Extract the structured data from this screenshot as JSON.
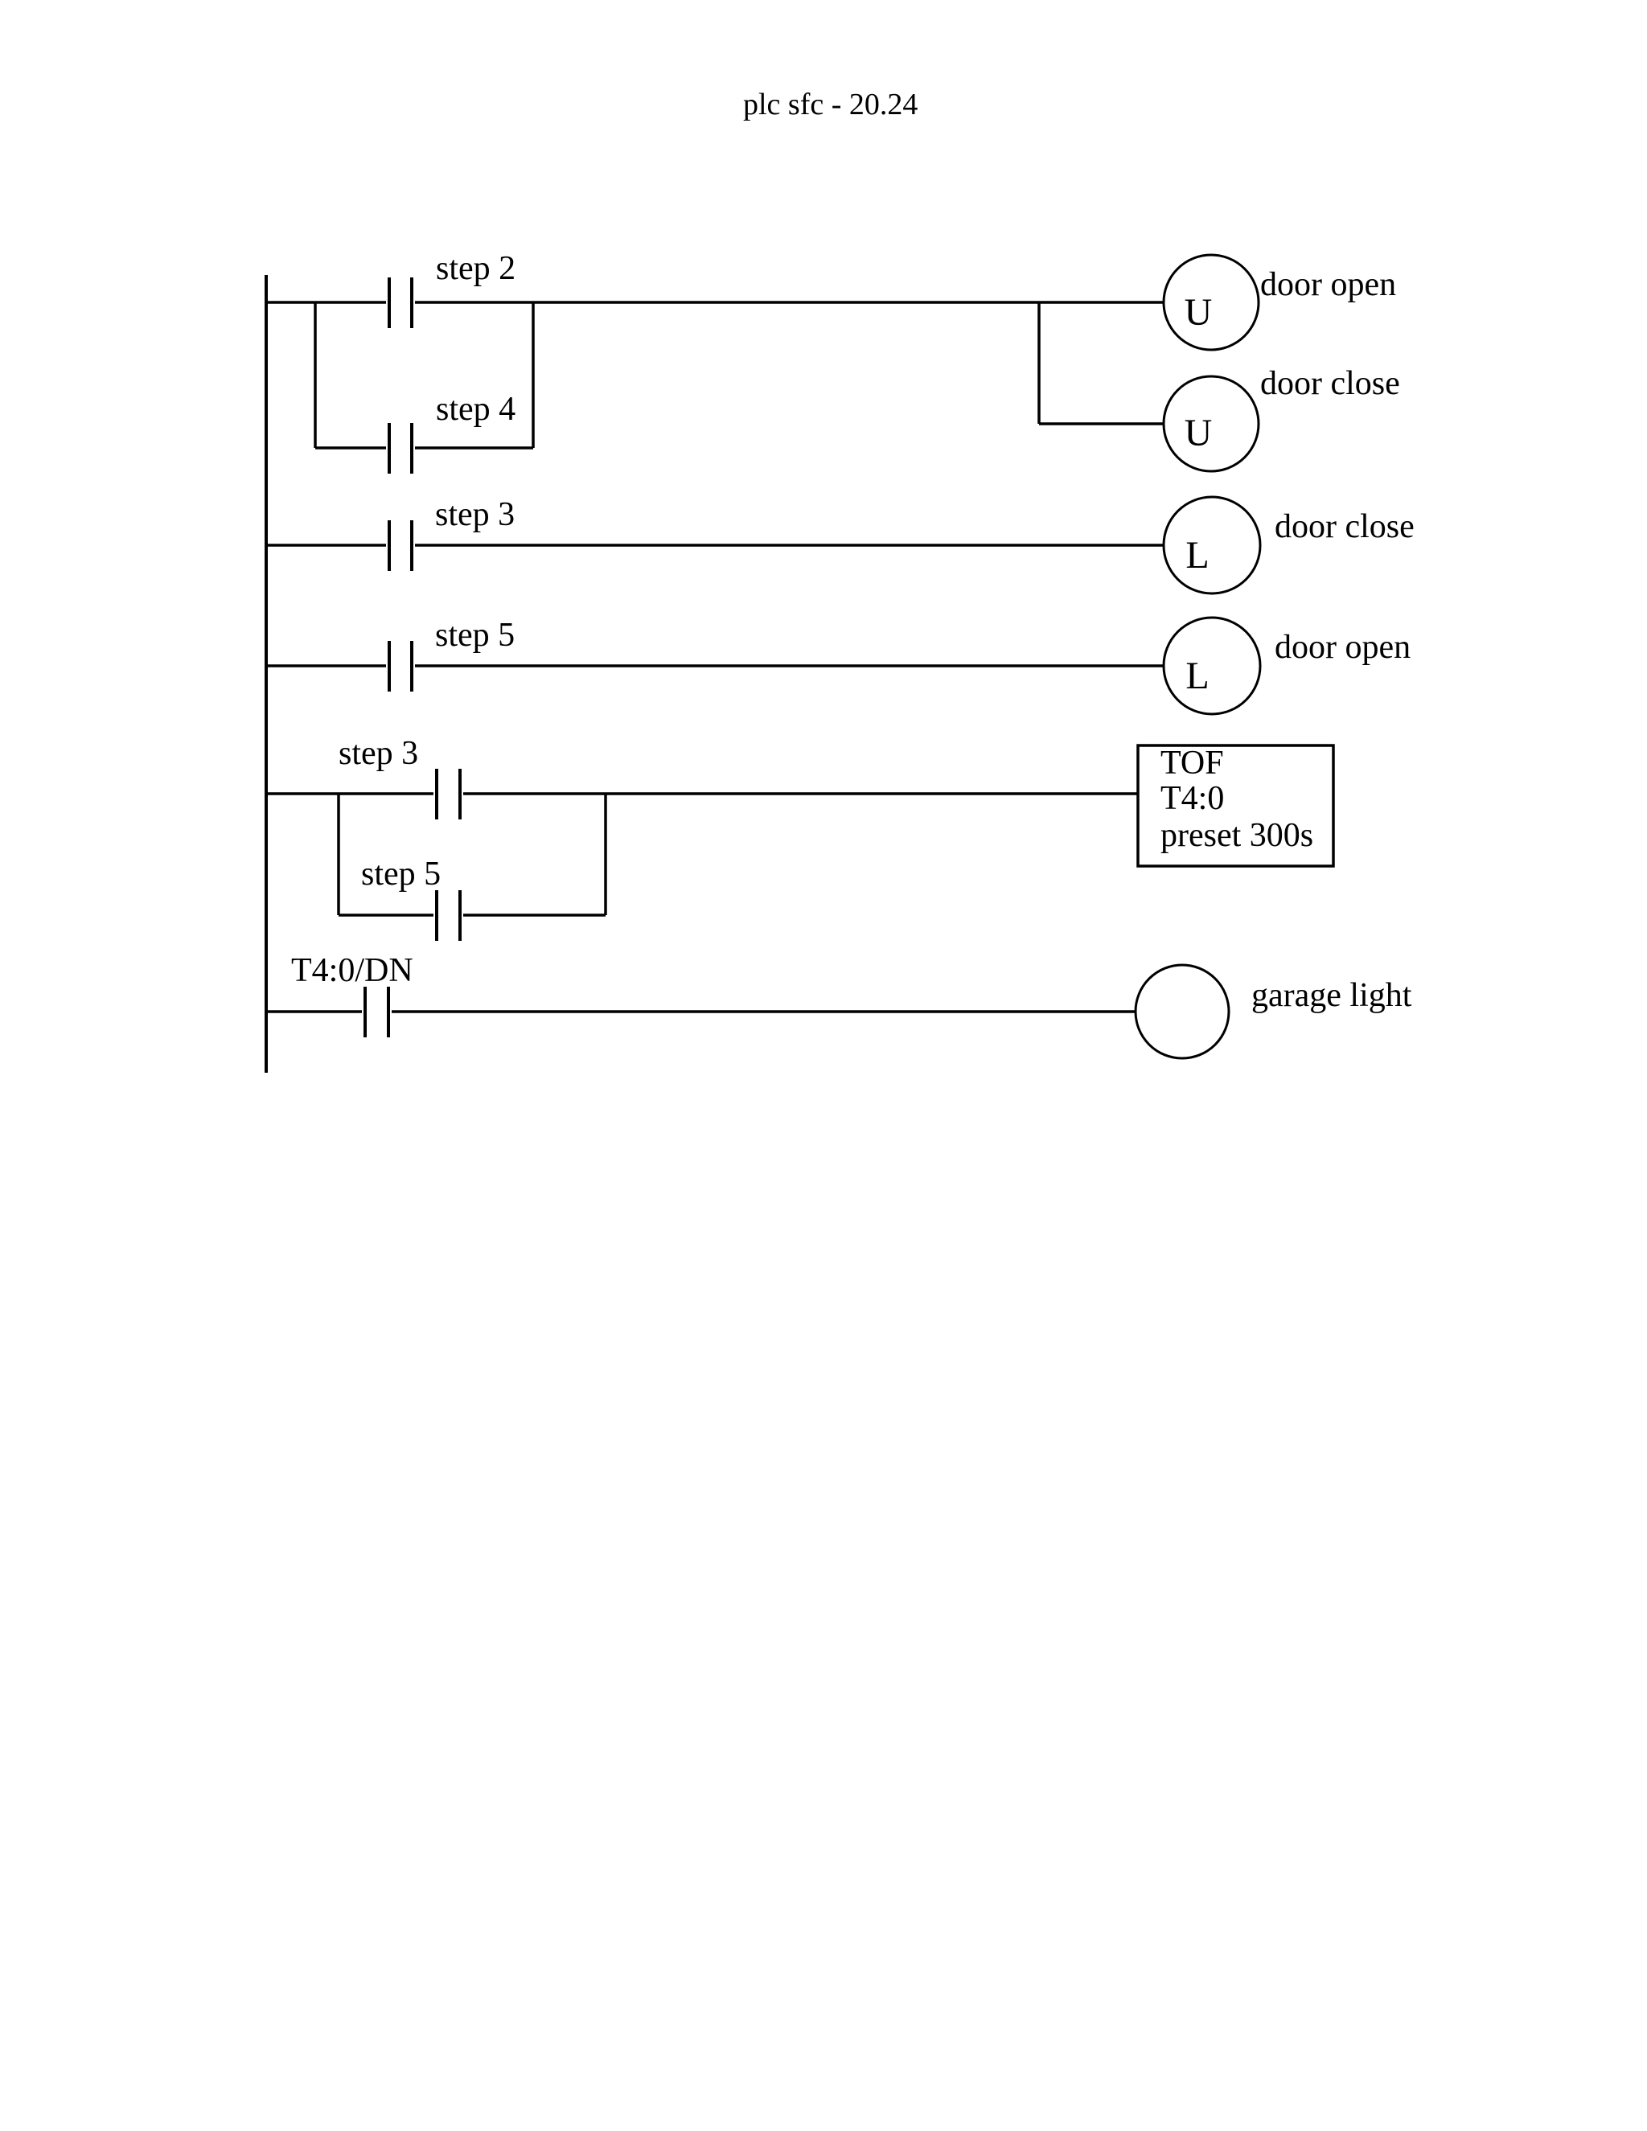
{
  "title": "plc sfc - 20.24",
  "colors": {
    "ink": "#000000",
    "paper": "#ffffff"
  },
  "rungs": [
    {
      "contacts": [
        "step 2",
        "step 4"
      ],
      "outputs": [
        {
          "kind": "coil",
          "letter": "U",
          "label": "door open"
        },
        {
          "kind": "coil",
          "letter": "U",
          "label": "door close"
        }
      ]
    },
    {
      "contacts": [
        "step 3"
      ],
      "outputs": [
        {
          "kind": "coil",
          "letter": "L",
          "label": "door close"
        }
      ]
    },
    {
      "contacts": [
        "step 5"
      ],
      "outputs": [
        {
          "kind": "coil",
          "letter": "L",
          "label": "door open"
        }
      ]
    },
    {
      "contacts": [
        "step 3",
        "step 5"
      ],
      "outputs": [
        {
          "kind": "timer-box",
          "lines": [
            "TOF",
            "T4:0",
            "preset 300s"
          ]
        }
      ]
    },
    {
      "contacts": [
        "T4:0/DN"
      ],
      "outputs": [
        {
          "kind": "coil",
          "letter": "",
          "label": "garage light"
        }
      ]
    }
  ]
}
